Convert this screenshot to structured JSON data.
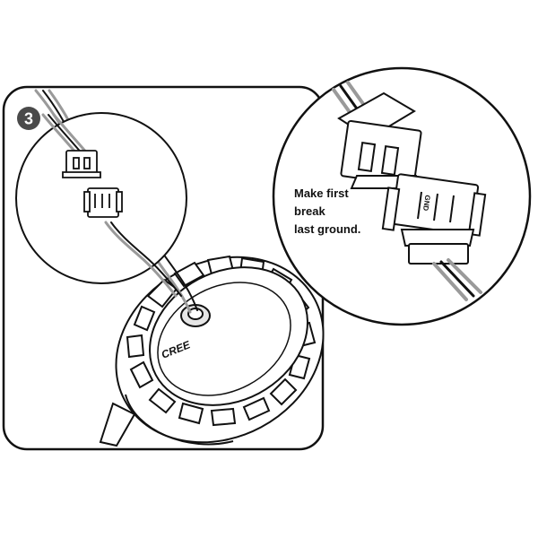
{
  "step": {
    "number": "3"
  },
  "callout": {
    "lines": [
      "Make first",
      "break",
      "last ground."
    ]
  },
  "connector": {
    "ground_label": "GND"
  },
  "fixture": {
    "brand_logo": "CREE"
  },
  "colors": {
    "line": "#111111",
    "badge": "#4a4a4a",
    "wire_gray": "#9a9a9a",
    "wire_black": "#111111"
  }
}
